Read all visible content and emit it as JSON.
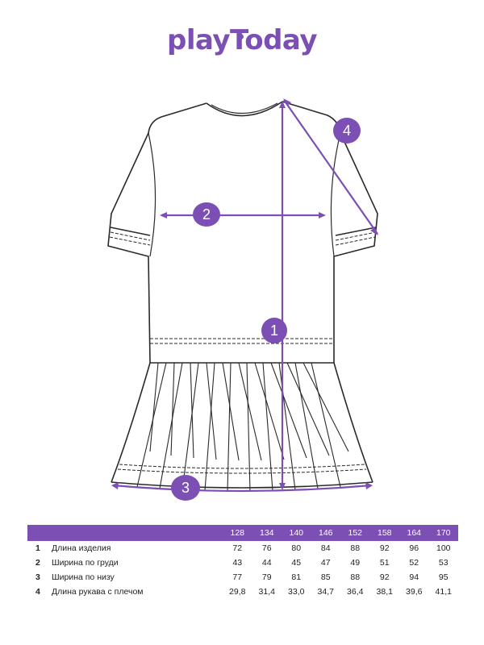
{
  "brand": {
    "name": "playToday",
    "color": "#7b4fb3"
  },
  "markers": [
    "1",
    "2",
    "3",
    "4"
  ],
  "table": {
    "sizes": [
      "128",
      "134",
      "140",
      "146",
      "152",
      "158",
      "164",
      "170"
    ],
    "rows": [
      {
        "num": "1",
        "label": "Длина изделия",
        "values": [
          "72",
          "76",
          "80",
          "84",
          "88",
          "92",
          "96",
          "100"
        ]
      },
      {
        "num": "2",
        "label": "Ширина по груди",
        "values": [
          "43",
          "44",
          "45",
          "47",
          "49",
          "51",
          "52",
          "53"
        ]
      },
      {
        "num": "3",
        "label": "Ширина по низу",
        "values": [
          "77",
          "79",
          "81",
          "85",
          "88",
          "92",
          "94",
          "95"
        ]
      },
      {
        "num": "4",
        "label": "Длина рукава с плечом",
        "values": [
          "29,8",
          "31,4",
          "33,0",
          "34,7",
          "36,4",
          "38,1",
          "39,6",
          "41,1"
        ]
      }
    ]
  }
}
